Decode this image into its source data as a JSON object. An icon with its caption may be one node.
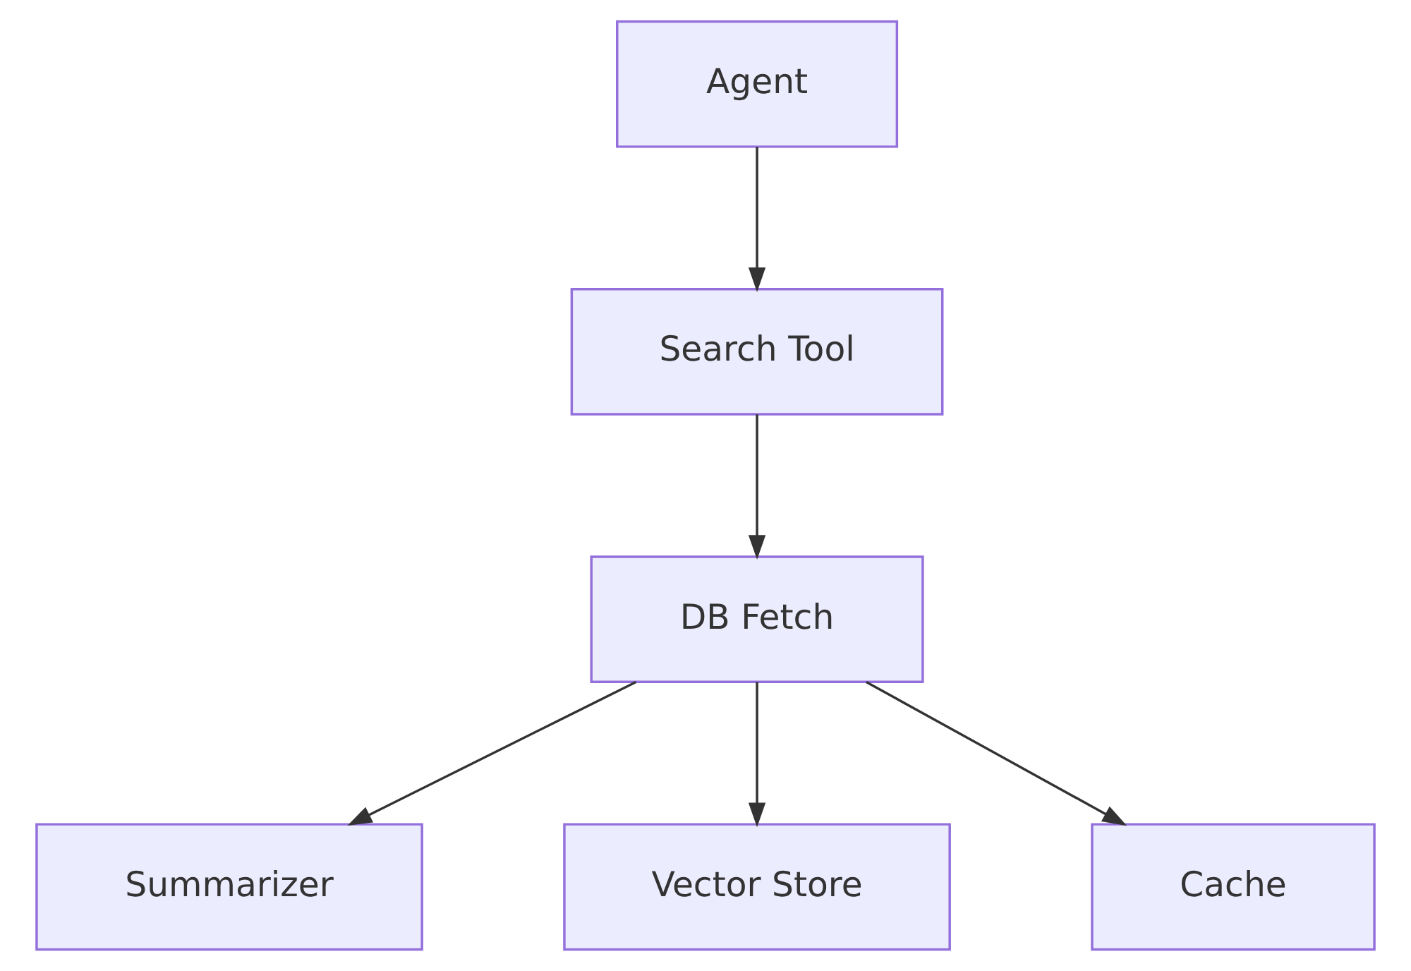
{
  "diagram": {
    "nodes": [
      {
        "text": [
          "Agent"
        ]
      },
      {
        "text": [
          "Search Tool"
        ]
      },
      {
        "text": [
          "DB Fetch"
        ]
      },
      {
        "text": [
          "Summarizer"
        ]
      },
      {
        "text": [
          "Vector Store"
        ]
      },
      {
        "text": [
          "Cache"
        ]
      }
    ],
    "edges": [
      {
        "from": 0,
        "to": 1,
        "arrow": "to"
      },
      {
        "from": 1,
        "to": 2,
        "arrow": "to"
      },
      {
        "from": 2,
        "to": 3,
        "arrow": "to"
      },
      {
        "from": 2,
        "to": 4,
        "arrow": "to"
      },
      {
        "from": 2,
        "to": 5,
        "arrow": "to"
      }
    ]
  }
}
